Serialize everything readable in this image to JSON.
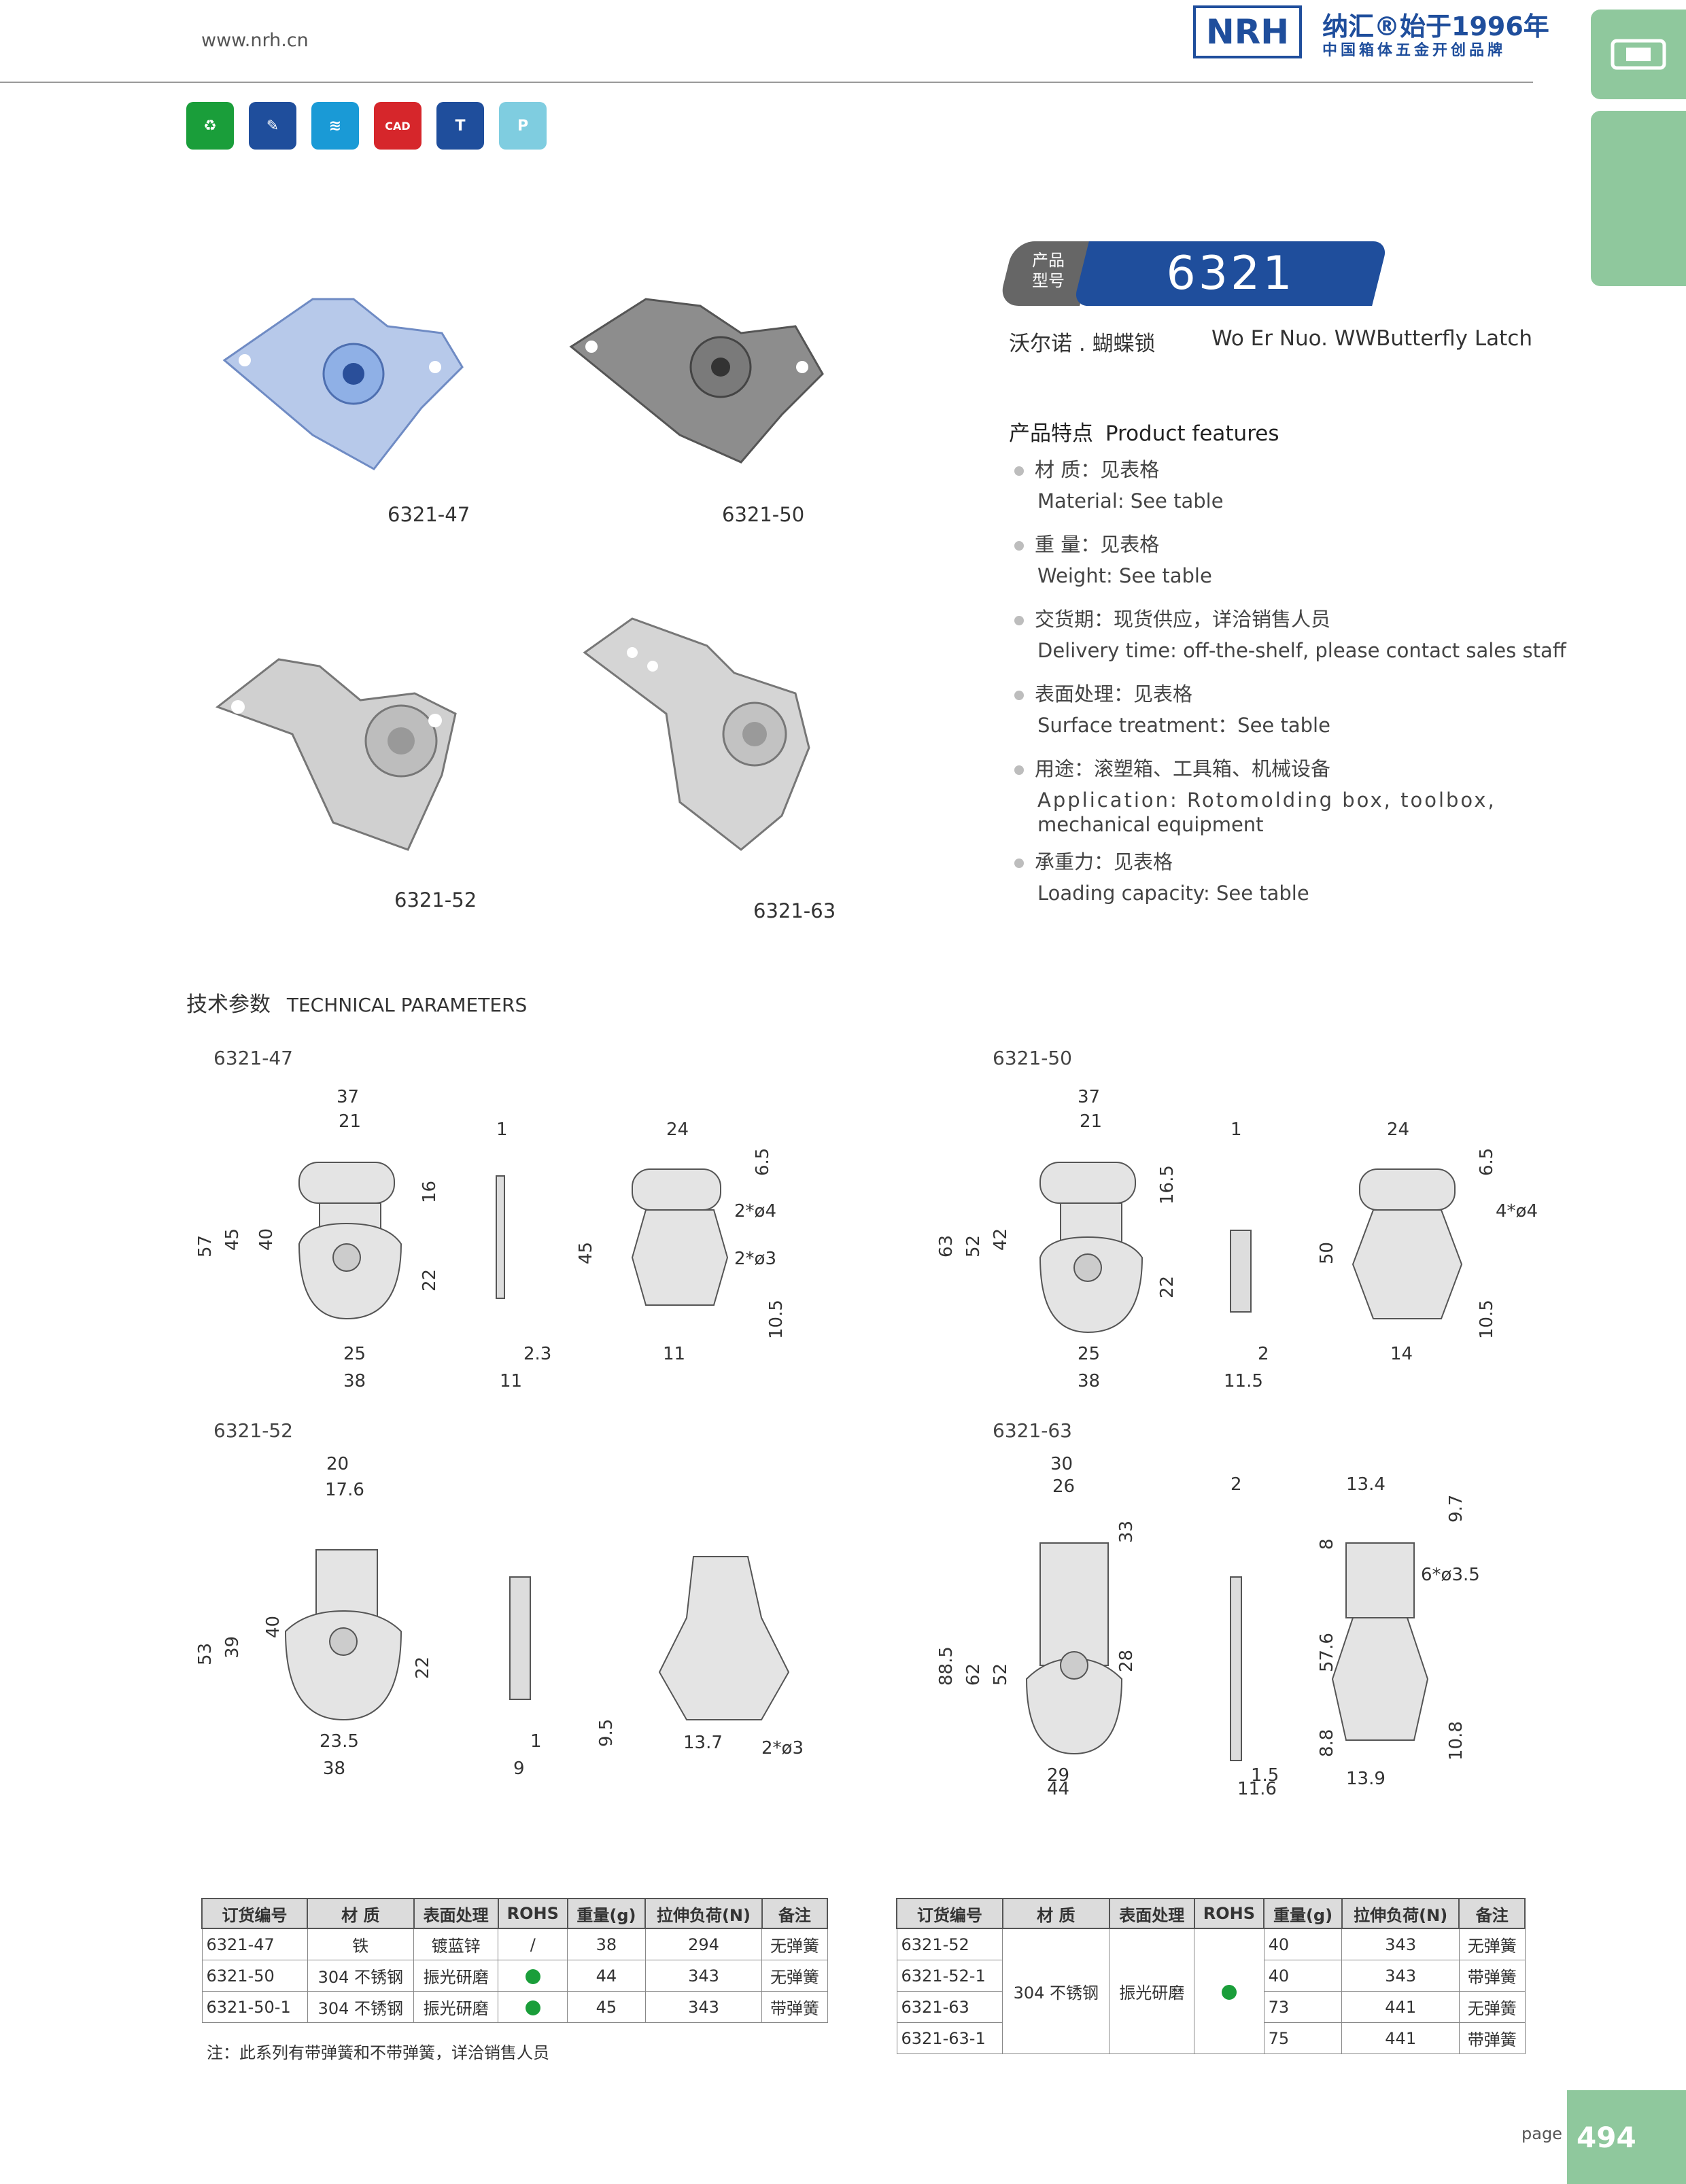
{
  "header": {
    "site": "www.nrh.cn",
    "logo_text": "NRH",
    "logo_line1": "纳汇®始于1996年",
    "logo_line2": "中国箱体五金开创品牌"
  },
  "icons": [
    {
      "name": "eco-icon",
      "color": "#1a9e3a",
      "glyph": "♻"
    },
    {
      "name": "design-icon",
      "color": "#1f4e9c",
      "glyph": "✎"
    },
    {
      "name": "spring-icon",
      "color": "#1a9ad6",
      "glyph": "≋"
    },
    {
      "name": "cad-icon",
      "color": "#d6262b",
      "glyph": "CAD"
    },
    {
      "name": "rivet-icon",
      "color": "#1f4e9c",
      "glyph": "T"
    },
    {
      "name": "p-icon",
      "color": "#7fcde0",
      "glyph": "P"
    }
  ],
  "product": {
    "model_badge": "产品\n型号",
    "model": "6321",
    "name_cn": "沃尔诺 . 蝴蝶锁",
    "name_en": "Wo Er Nuo. WWButterfly Latch"
  },
  "features": {
    "title_cn": "产品特点",
    "title_en": "Product features",
    "items": [
      {
        "cn": "材    质：见表格",
        "en": "Material: See table"
      },
      {
        "cn": "重    量：见表格",
        "en": " Weight: See table"
      },
      {
        "cn": "交货期：现货供应，详洽销售人员",
        "en": "Delivery time: off-the-shelf, please contact sales staff"
      },
      {
        "cn": "表面处理：见表格",
        "en": "Surface treatment：See table"
      },
      {
        "cn": "用途：滚塑箱、工具箱、机械设备",
        "en": "Application: Rotomolding box, toolbox,",
        "en2": "mechanical equipment"
      },
      {
        "cn": "承重力：见表格",
        "en": "Loading capacity: See table"
      }
    ]
  },
  "product_images": [
    "6321-47",
    "6321-50",
    "6321-52",
    "6321-63"
  ],
  "tech": {
    "title_cn": "技术参数",
    "title_en": "TECHNICAL PARAMETERS",
    "drawings": [
      "6321-47",
      "6321-50",
      "6321-52",
      "6321-63"
    ],
    "dims_47": [
      "37",
      "21",
      "16",
      "57",
      "45",
      "40",
      "22",
      "25",
      "38",
      "1",
      "2.3",
      "11",
      "24",
      "6.5",
      "2*ø4",
      "2*ø3",
      "45",
      "10.5",
      "11"
    ],
    "dims_50": [
      "37",
      "21",
      "16.5",
      "63",
      "52",
      "42",
      "22",
      "25",
      "38",
      "1",
      "2",
      "11.5",
      "24",
      "6.5",
      "4*ø4",
      "50",
      "10.5",
      "14"
    ],
    "dims_52": [
      "20",
      "17.6",
      "53",
      "39",
      "40",
      "22",
      "23.5",
      "38",
      "1",
      "9",
      "9.5",
      "13.7",
      "2*ø3"
    ],
    "dims_63": [
      "30",
      "26",
      "33",
      "88.5",
      "62",
      "52",
      "28",
      "29",
      "44",
      "2",
      "1.5",
      "11.6",
      "13.4",
      "9.7",
      "8",
      "6*ø3.5",
      "57.6",
      "8.8",
      "10.8",
      "13.9"
    ]
  },
  "table_left": {
    "headers": [
      "订货编号",
      "材    质",
      "表面处理",
      "ROHS",
      "重量(g)",
      "拉伸负荷(N)",
      "备注"
    ],
    "rows": [
      [
        "6321-47",
        "铁",
        "镀蓝锌",
        "/",
        "38",
        "294",
        "无弹簧"
      ],
      [
        "6321-50",
        "304 不锈钢",
        "振光研磨",
        "dot",
        "44",
        "343",
        "无弹簧"
      ],
      [
        "6321-50-1",
        "304 不锈钢",
        "振光研磨",
        "dot",
        "45",
        "343",
        "带弹簧"
      ]
    ]
  },
  "table_right": {
    "headers": [
      "订货编号",
      "材    质",
      "表面处理",
      "ROHS",
      "重量(g)",
      "拉伸负荷(N)",
      "备注"
    ],
    "material": "304 不锈钢",
    "surface": "振光研磨",
    "rows": [
      [
        "6321-52",
        "40",
        "343",
        "无弹簧"
      ],
      [
        "6321-52-1",
        "40",
        "343",
        "带弹簧"
      ],
      [
        "6321-63",
        "73",
        "441",
        "无弹簧"
      ],
      [
        "6321-63-1",
        "75",
        "441",
        "带弹簧"
      ]
    ]
  },
  "note": "注：此系列有带弹簧和不带弹簧，详洽销售人员",
  "page": {
    "label": "page",
    "number": "494"
  }
}
